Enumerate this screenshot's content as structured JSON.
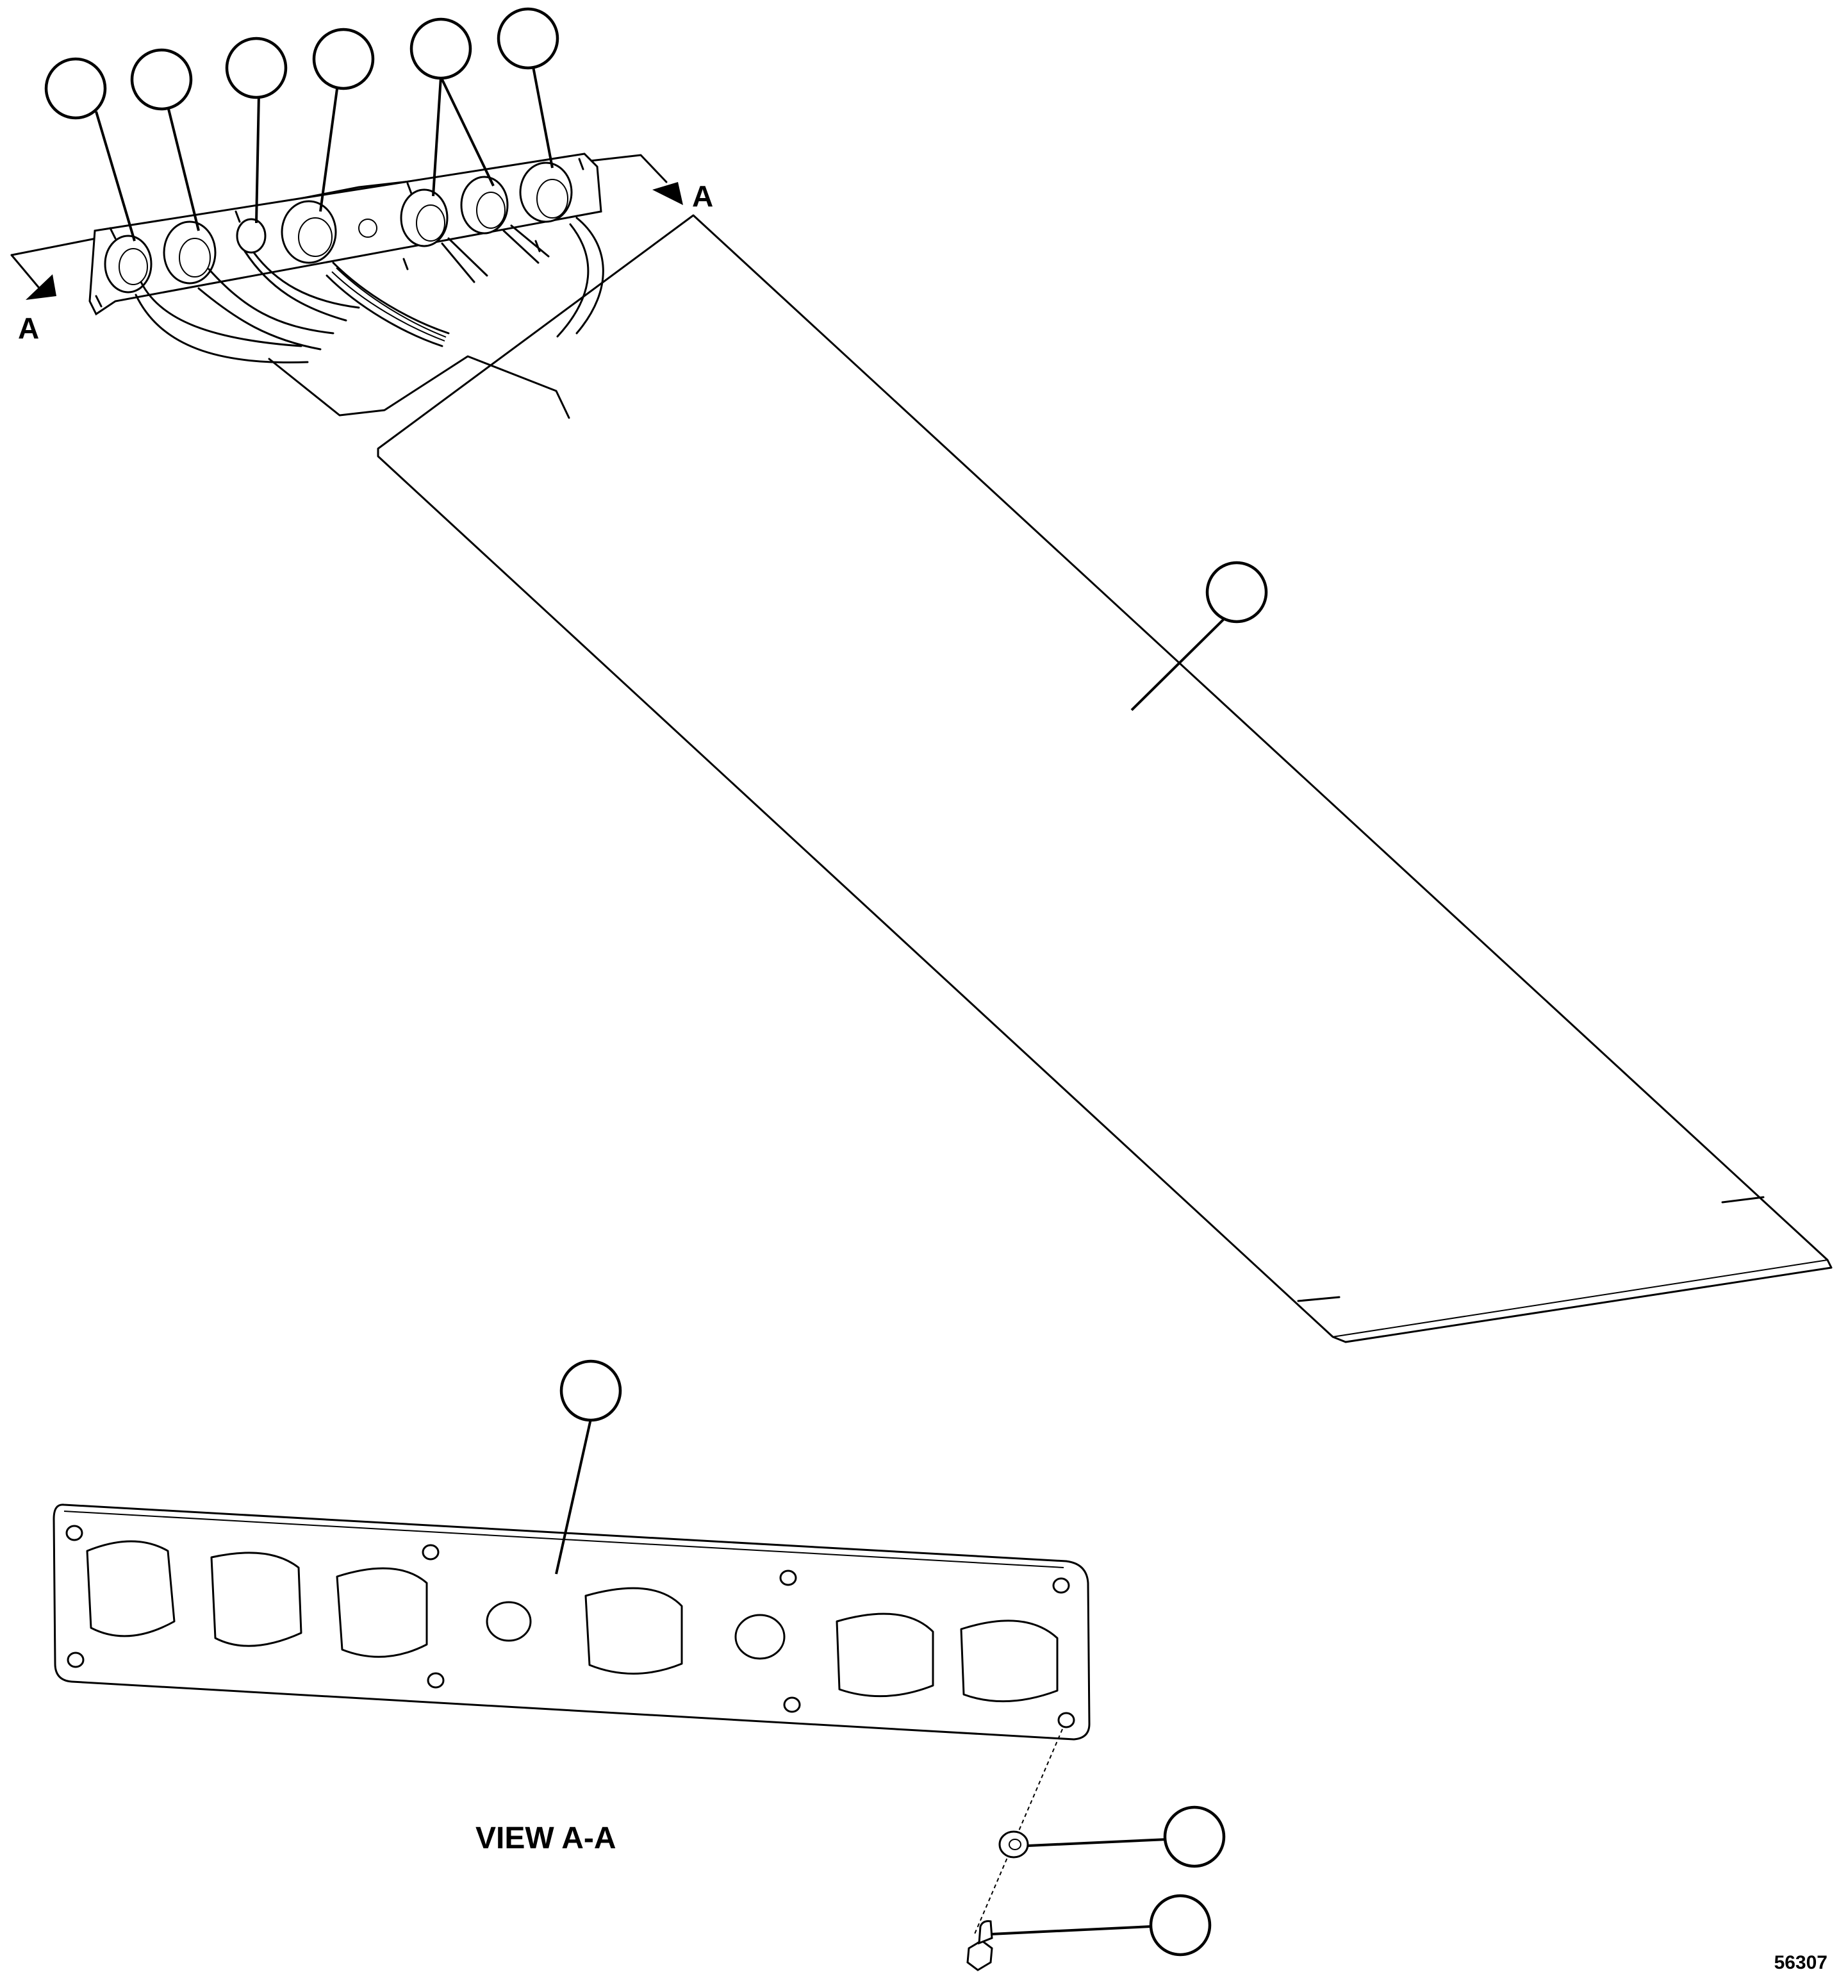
{
  "diagram": {
    "section_marker_left": "A",
    "section_marker_right": "A",
    "view_title": "VIEW A-A",
    "figure_number": "56307",
    "callout_balloons": [
      "",
      "",
      "",
      "",
      "",
      "",
      "",
      "",
      "",
      ""
    ]
  }
}
